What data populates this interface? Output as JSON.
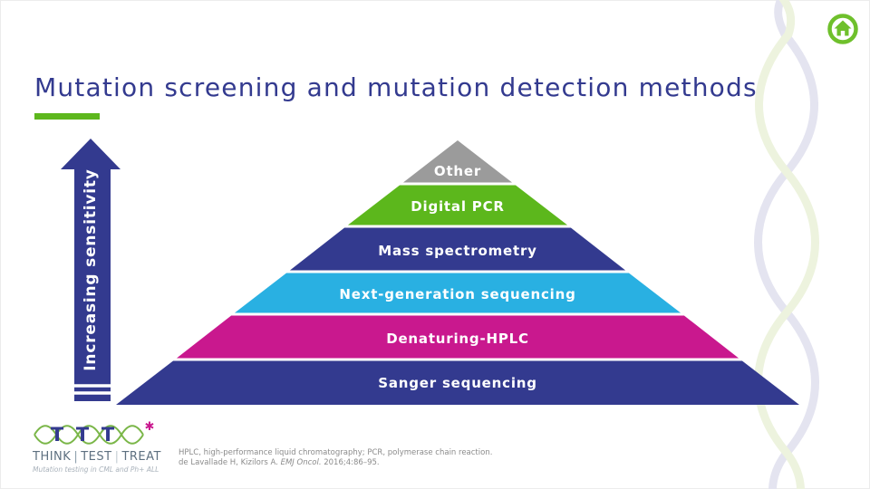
{
  "slide": {
    "title": "Mutation screening and mutation detection methods",
    "title_color": "#333a8f",
    "accent_green": "#5db71d"
  },
  "nav": {
    "home_icon": "home-icon",
    "home_color": "#6fc02c"
  },
  "sensitivity_arrow": {
    "label": "Increasing sensitivity",
    "color": "#333a8f"
  },
  "pyramid": {
    "label_color": "#ffffff",
    "layers": [
      {
        "label": "Other",
        "color": "#9b9b9b"
      },
      {
        "label": "Digital PCR",
        "color": "#5cb71c"
      },
      {
        "label": "Mass spectrometry",
        "color": "#333a8f"
      },
      {
        "label": "Next-generation sequencing",
        "color": "#29b0e2"
      },
      {
        "label": "Denaturing-HPLC",
        "color": "#c9188e"
      },
      {
        "label": "Sanger sequencing",
        "color": "#333a8f"
      }
    ]
  },
  "logo": {
    "letters": [
      "T",
      "T",
      "T"
    ],
    "star": "✱",
    "strand_color": "#7ab648",
    "letter_color": "#333a8f",
    "star_color": "#c9188e",
    "wordmark": {
      "w1": "THINK",
      "sep1": "|",
      "w2": "TEST",
      "sep2": "|",
      "w3": "TREAT"
    },
    "tagline": "Mutation testing in CML and Ph+ ALL"
  },
  "footnote": {
    "line1": "HPLC, high-performance liquid chromatography; PCR, polymerase chain reaction.",
    "line2_plain1": "de Lavallade H, Kizilors A. ",
    "line2_italic": "EMJ Oncol.",
    "line2_plain2": " 2016;4:86–95."
  },
  "decor": {
    "helix_lavender": "#e4e4f0",
    "helix_green": "#edf3de"
  }
}
